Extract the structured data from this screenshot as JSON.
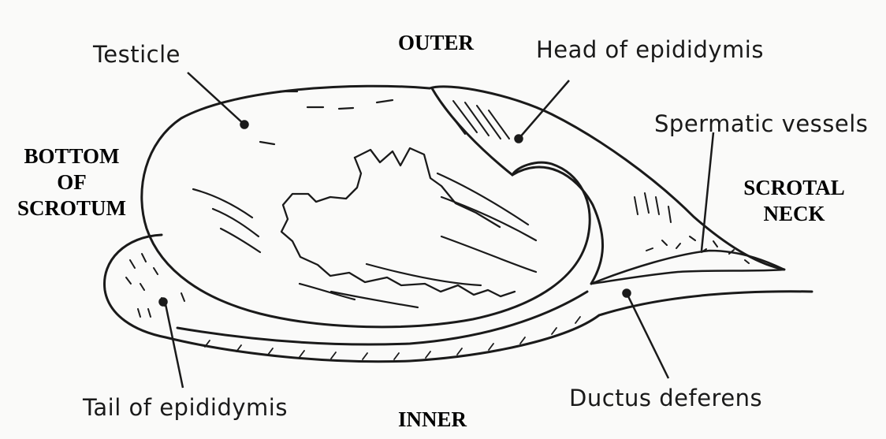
{
  "labels": {
    "testicle": "Testicle",
    "head_of_epididymis": "Head of epididymis",
    "spermatic_vessels": "Spermatic vessels",
    "tail_of_epididymis": "Tail of epididymis",
    "ductus_deferens": "Ductus deferens"
  },
  "orientation": {
    "outer": "OUTER",
    "inner": "INNER",
    "bottom": [
      "BOTTOM",
      "OF",
      "SCROTUM"
    ],
    "neck": [
      "SCROTAL",
      "NECK"
    ]
  },
  "colors": {
    "ink": "#1a1a1a",
    "background": "#fafaf9"
  }
}
